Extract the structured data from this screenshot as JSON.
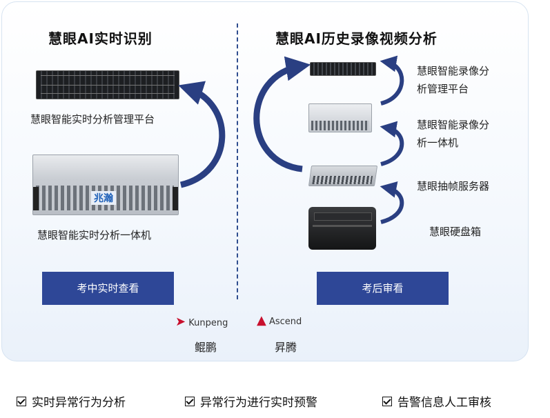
{
  "left": {
    "title": "慧眼AI实时识别",
    "items": [
      "慧眼智能实时分析管理平台",
      "慧眼智能实时分析一体机"
    ],
    "device_brand": "兆瀚",
    "button": "考中实时查看"
  },
  "right": {
    "title": "慧眼AI历史录像视频分析",
    "items": [
      "慧眼智能录像分\n析管理平台",
      "慧眼智能录像分\n析一体机",
      "慧眼抽帧服务器",
      "慧眼硬盘箱"
    ],
    "button": "考后审看"
  },
  "brands": [
    {
      "logo": "Kunpeng",
      "name": "鲲鹏"
    },
    {
      "logo": "Ascend",
      "name": "昇腾"
    }
  ],
  "features": [
    "实时异常行为分析",
    "异常行为进行实时预警",
    "告警信息人工审核"
  ],
  "colors": {
    "accent": "#2e4797",
    "arrow": "#2a3f82",
    "panel_border": "#d6e3f1"
  }
}
